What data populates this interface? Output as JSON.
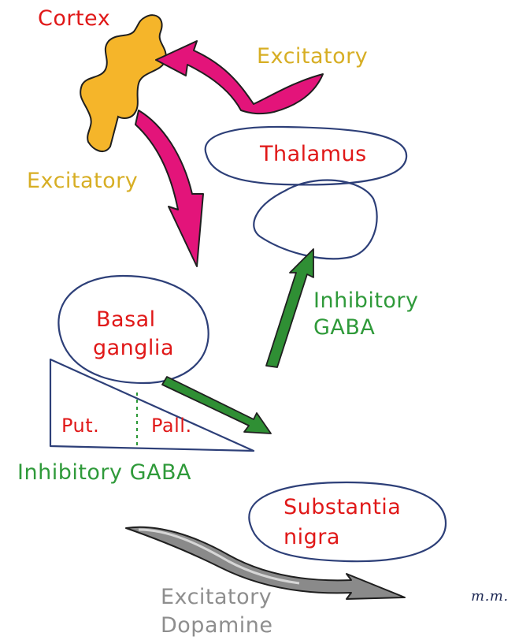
{
  "labels": {
    "cortex": "Cortex",
    "excitatory_top": "Excitatory",
    "excitatory_left": "Excitatory",
    "thalamus": "Thalamus",
    "basal_ganglia_1": "Basal",
    "basal_ganglia_2": "ganglia",
    "inhibitory_gaba_1": "Inhibitory",
    "inhibitory_gaba_2": "GABA",
    "putamen": "Put.",
    "pallidum": "Pall.",
    "inhibitory_gaba_bottom": "Inhibitory GABA",
    "substantia_nigra_1": "Substantia",
    "substantia_nigra_2": "nigra",
    "excitatory_dopamine_1": "Excitatory",
    "excitatory_dopamine_2": "Dopamine",
    "signature": "m.m."
  },
  "colors": {
    "red_text": "#e01818",
    "gold_text": "#d7ae24",
    "green_text": "#2f9a3a",
    "gray_text": "#8e8e8e",
    "cortex_fill": "#f5b52a",
    "excitatory_arrow": "#e3147a",
    "inhibitory_arrow": "#2f8f34",
    "dopamine_arrow": "#8a8a8a",
    "outline": "#2d3f78"
  }
}
